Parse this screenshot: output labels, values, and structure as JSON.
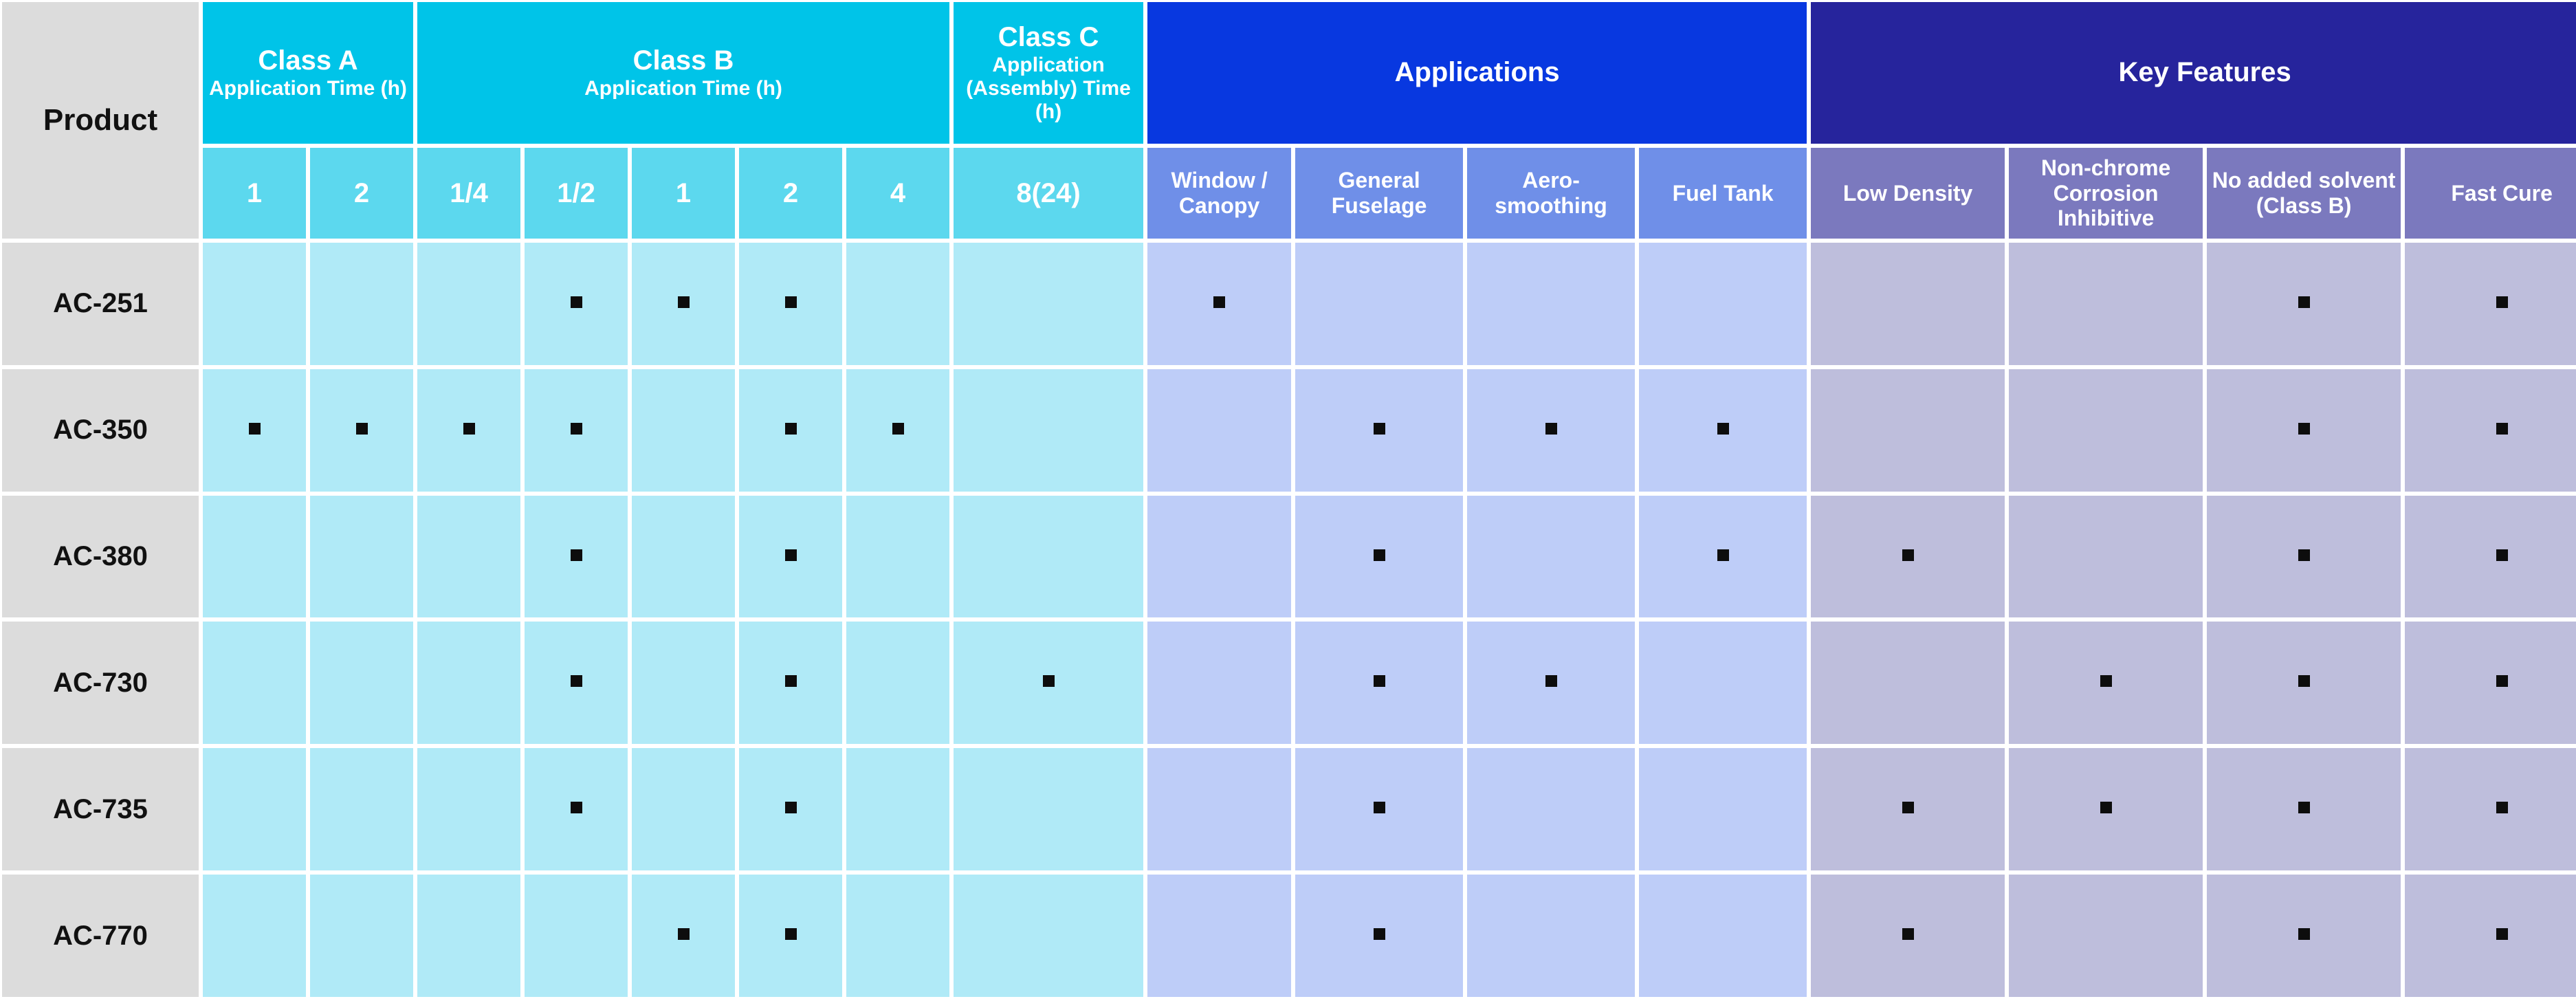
{
  "table": {
    "row_label_header": "Product",
    "mark_glyph": "filled-square",
    "colors": {
      "class_group_header": "#00C4E8",
      "class_sub_header": "#5CD8EE",
      "class_cell": "#B0EAF7",
      "applications_group_header": "#0838E0",
      "applications_sub_header": "#6F8FE8",
      "applications_cell": "#BECDF8",
      "key_features_group_header": "#26249C",
      "key_features_sub_header": "#7B79BE",
      "key_features_cell": "#BEBEDC",
      "product_column": "#DCDCDC",
      "grid_line": "#FFFFFF",
      "mark": "#0D0D0D"
    },
    "groups": [
      {
        "id": "class_a",
        "title": "Class A",
        "subtitle": "Application Time (h)",
        "span": 2
      },
      {
        "id": "class_b",
        "title": "Class B",
        "subtitle": "Application Time (h)",
        "span": 5
      },
      {
        "id": "class_c",
        "title": "Class C",
        "subtitle": "Application (Assembly) Time (h)",
        "span": 1
      },
      {
        "id": "applications",
        "title": "Applications",
        "subtitle": "",
        "span": 4
      },
      {
        "id": "key_features",
        "title": "Key Features",
        "subtitle": "",
        "span": 4
      }
    ],
    "columns": [
      {
        "id": "a1",
        "group": "class_a",
        "label": "1"
      },
      {
        "id": "a2",
        "group": "class_a",
        "label": "2"
      },
      {
        "id": "b14",
        "group": "class_b",
        "label": "1/4"
      },
      {
        "id": "b12",
        "group": "class_b",
        "label": "1/2"
      },
      {
        "id": "b1",
        "group": "class_b",
        "label": "1"
      },
      {
        "id": "b2",
        "group": "class_b",
        "label": "2"
      },
      {
        "id": "b4",
        "group": "class_b",
        "label": "4"
      },
      {
        "id": "c824",
        "group": "class_c",
        "label": "8(24)"
      },
      {
        "id": "window_canopy",
        "group": "applications",
        "label": "Window / Canopy"
      },
      {
        "id": "general_fuselage",
        "group": "applications",
        "label": "General Fuselage"
      },
      {
        "id": "aero_smoothing",
        "group": "applications",
        "label": "Aero-smoothing"
      },
      {
        "id": "fuel_tank",
        "group": "applications",
        "label": "Fuel Tank"
      },
      {
        "id": "low_density",
        "group": "key_features",
        "label": "Low Density"
      },
      {
        "id": "non_chrome",
        "group": "key_features",
        "label": "Non-chrome Corrosion Inhibitive"
      },
      {
        "id": "no_solvent",
        "group": "key_features",
        "label": "No added solvent (Class B)"
      },
      {
        "id": "fast_cure",
        "group": "key_features",
        "label": "Fast Cure"
      }
    ],
    "rows": [
      {
        "product": "AC-251",
        "marks": [
          false,
          false,
          false,
          true,
          true,
          true,
          false,
          false,
          true,
          false,
          false,
          false,
          false,
          false,
          true,
          true
        ]
      },
      {
        "product": "AC-350",
        "marks": [
          true,
          true,
          true,
          true,
          false,
          true,
          true,
          false,
          false,
          true,
          true,
          true,
          false,
          false,
          true,
          true
        ]
      },
      {
        "product": "AC-380",
        "marks": [
          false,
          false,
          false,
          true,
          false,
          true,
          false,
          false,
          false,
          true,
          false,
          true,
          true,
          false,
          true,
          true
        ]
      },
      {
        "product": "AC-730",
        "marks": [
          false,
          false,
          false,
          true,
          false,
          true,
          false,
          true,
          false,
          true,
          true,
          false,
          false,
          true,
          true,
          true
        ]
      },
      {
        "product": "AC-735",
        "marks": [
          false,
          false,
          false,
          true,
          false,
          true,
          false,
          false,
          false,
          true,
          false,
          false,
          true,
          true,
          true,
          true
        ]
      },
      {
        "product": "AC-770",
        "marks": [
          false,
          false,
          false,
          false,
          true,
          true,
          false,
          false,
          false,
          true,
          false,
          false,
          true,
          false,
          true,
          true
        ]
      }
    ]
  }
}
